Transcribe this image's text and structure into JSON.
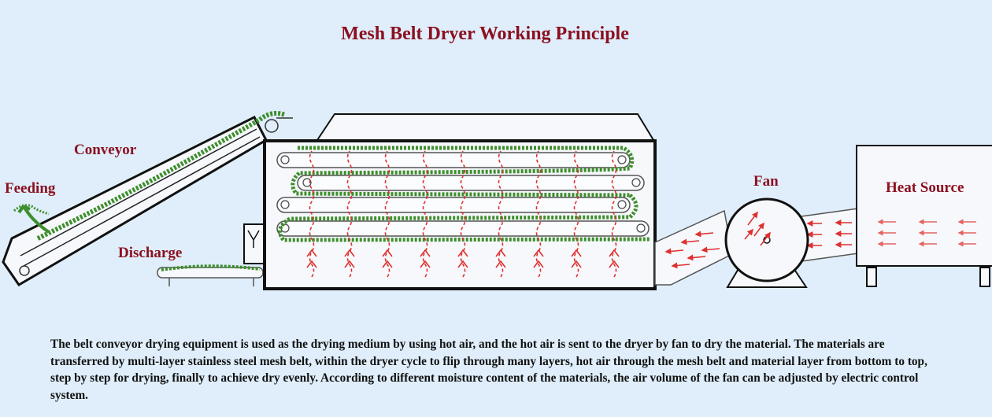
{
  "title": "Mesh Belt Dryer Working Principle",
  "labels": {
    "conveyor": "Conveyor",
    "feeding": "Feeding",
    "discharge": "Discharge",
    "fan": "Fan",
    "heat_source": "Heat Source"
  },
  "description": "The belt conveyor drying equipment is used as the drying medium by using hot air, and the hot air is sent to the dryer by fan to dry the material. The materials are transferred by multi-layer stainless steel mesh belt, within the dryer cycle to flip through many layers, hot air through the mesh belt and material layer from bottom to top, step by step for drying, finally to achieve dry evenly. According to different moisture content of the materials, the air volume of the fan can be adjusted by electric control system.",
  "colors": {
    "background": "#dfeefa",
    "label": "#8b1020",
    "material": "#3e8e2c",
    "hot_air": "#e03030",
    "outline": "#111111"
  }
}
